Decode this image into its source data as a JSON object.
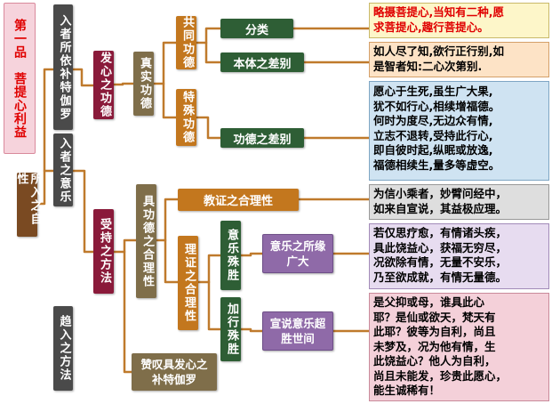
{
  "title_box": {
    "label": "第一品　菩提心利益",
    "color": "#f6d3dc"
  },
  "nodes": {
    "suoru_zixing": "所入之自性",
    "ruzhe_suoyi": "入者所依补特伽罗",
    "ruzhe_zhiyi": "入者之意乐",
    "quru_fangfa": "趋入之方法",
    "faxin_gongde": "发心之功德",
    "shouchi_fangfa": "受持之方法",
    "zhenshi_gongde": "真实功德",
    "gongtong_gongde": "共同功德",
    "teshu_gongde": "特殊功德",
    "ju_gongde": "具功德之合理性",
    "lizheng": "理证之合理性",
    "yile_shusheng": "意乐殊胜",
    "jiaxing_shusheng": "加行殊胜",
    "fenlei": "分类",
    "benti_chabie": "本体之差别",
    "gongde_chabie": "功德之差别",
    "jiaozheng": "教证之合理性",
    "yile_suoyuan": "意乐之所缘广大",
    "xuanshuo_yile": "宣说意乐超胜世间",
    "zantan": "赞叹具发心之补特伽罗"
  },
  "panels": {
    "p1": [
      "略摄菩提心,当知有二种,愿",
      "求菩提心,趣行菩提心。"
    ],
    "p2": [
      "如人尽了知,欲行正行别,如",
      "是智者知:二心次第别."
    ],
    "p3": [
      "愿心于生死,虽生广大果,",
      "犹不如行心,相续增福德。",
      "何时为度尽,无边众有情,",
      "立志不退转,受持此行心,",
      "即自彼时起,纵眠或放逸,",
      "福德相续生,量多等虚空。"
    ],
    "p4": [
      "为信小乘者，妙臂问经中，",
      "如来自宣说，其益极应理。"
    ],
    "p5": [
      "若仅思疗愈，有情诸头疾，",
      "具此饶益心，获福无穷尽，",
      "况欲除有情，无量不安乐，",
      "乃至欲成就，有情无量德。"
    ],
    "p6": [
      "是父抑或母，谁具此心",
      "耶？是仙或欲天，梵天有",
      "此耶？彼等为自利，尚且",
      "未梦及，况为他有情，生",
      "此饶益心？他人为自利，",
      "尚且未能发，珍贵此愿心，",
      "能生诚稀有！"
    ]
  },
  "colors": {
    "brown": "#7a4a22",
    "dark_gray": "#4a4a4a",
    "maroon": "#8a1a3a",
    "olive": "#7f6e4a",
    "orange": "#c3771e",
    "green": "#2e5e35",
    "purple": "#8f6aa8",
    "connector": "#bf7a2c",
    "panel_yellow": "#fdf6c9",
    "panel_orange": "#fde3c6",
    "panel_blue": "#cfe3f2",
    "panel_gray": "#dedede",
    "panel_lilac": "#e7dcf0",
    "panel_pink": "#f4d0d9",
    "title_red": "#e00000"
  }
}
